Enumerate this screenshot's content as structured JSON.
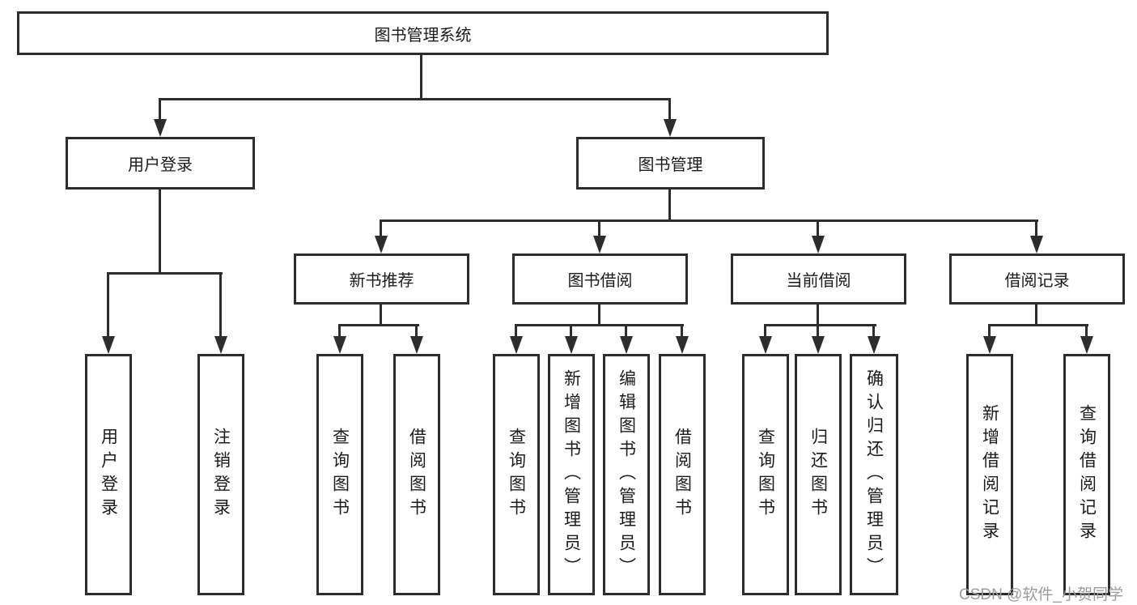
{
  "diagram": {
    "root": {
      "label": "图书管理系统"
    },
    "children": [
      {
        "label": "用户登录",
        "children": [
          {
            "label": "用户登录"
          },
          {
            "label": "注销登录"
          }
        ]
      },
      {
        "label": "图书管理",
        "children": [
          {
            "label": "新书推荐",
            "children": [
              {
                "label": "查询图书"
              },
              {
                "label": "借阅图书"
              }
            ]
          },
          {
            "label": "图书借阅",
            "children": [
              {
                "label": "查询图书"
              },
              {
                "label": "新增图书（管理员）"
              },
              {
                "label": "编辑图书（管理员）"
              },
              {
                "label": "借阅图书"
              }
            ]
          },
          {
            "label": "当前借阅",
            "children": [
              {
                "label": "查询图书"
              },
              {
                "label": "归还图书"
              },
              {
                "label": "确认归还（管理员）"
              }
            ]
          },
          {
            "label": "借阅记录",
            "children": [
              {
                "label": "新增借阅记录"
              },
              {
                "label": "查询借阅记录"
              }
            ]
          }
        ]
      }
    ]
  },
  "watermark": {
    "text": "CSDN @软件_小贺同学"
  },
  "colors": {
    "line": "#2d2d2d",
    "text": "#1b1b1b",
    "watermark": "#9b9b9b",
    "background": "#ffffff"
  }
}
